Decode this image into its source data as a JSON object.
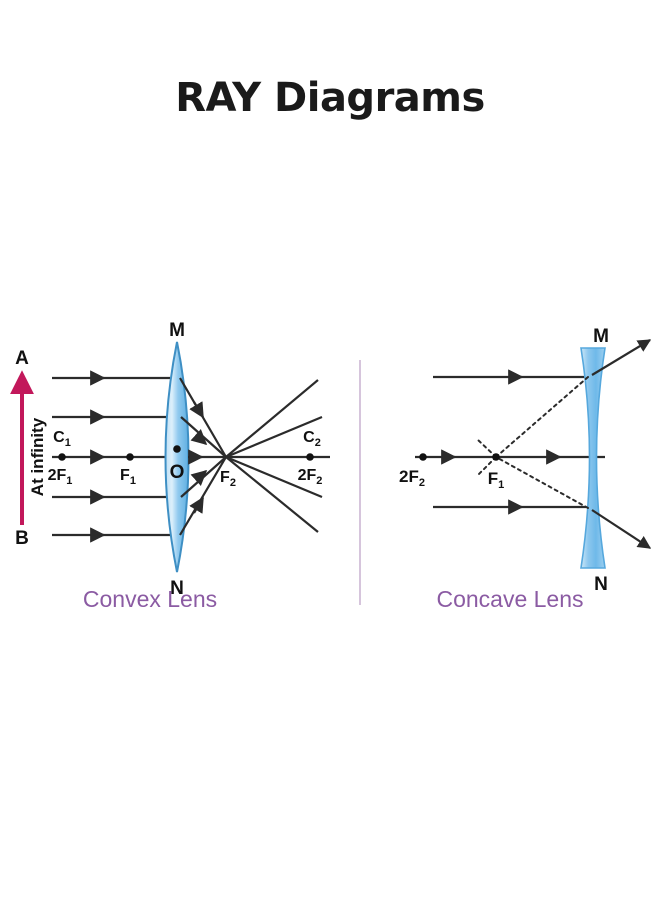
{
  "page": {
    "title": "RAY Diagrams",
    "background_color": "#ffffff"
  },
  "colors": {
    "title_text": "#1a1a1a",
    "caption_text": "#8B5BA3",
    "ray_line": "#2b2b2b",
    "object_arrow": "#C2185B",
    "lens_fill_light": "#CDE7F7",
    "lens_fill_mid": "#7EC2EC",
    "lens_stroke": "#3E8FC4",
    "divider": "#D6C5DC",
    "label_text": "#111111"
  },
  "divider": {
    "name": "vertical-divider",
    "color": "#D6C5DC"
  },
  "convex": {
    "caption": "Convex Lens",
    "object": {
      "top_label": "A",
      "bottom_label": "B",
      "side_label": "At infinity",
      "arrow_color": "#C2185B",
      "direction": "up"
    },
    "lens": {
      "type": "biconvex",
      "top_label": "M",
      "bottom_label": "N",
      "center_label": "O"
    },
    "points": [
      {
        "id": "2F1",
        "label_above": "C",
        "label_above_sub": "1",
        "label_below": "2F",
        "label_below_sub": "1",
        "has_dot": true
      },
      {
        "id": "F1",
        "label_below": "F",
        "label_below_sub": "1",
        "has_dot": true
      },
      {
        "id": "F2",
        "label_below": "F",
        "label_below_sub": "2",
        "has_dot": false
      },
      {
        "id": "2F2",
        "label_above": "C",
        "label_above_sub": "2",
        "label_below": "2F",
        "label_below_sub": "2",
        "has_dot": true
      }
    ],
    "incident_rays": 5,
    "ray_style": "parallel-solid-with-arrowheads",
    "behavior": "parallel rays converge at F2 then diverge"
  },
  "concave": {
    "caption": "Concave Lens",
    "lens": {
      "type": "biconcave",
      "top_label": "M",
      "bottom_label": "N"
    },
    "points": [
      {
        "id": "2F2",
        "label": "2F",
        "label_sub": "2",
        "has_dot": true
      },
      {
        "id": "F1",
        "label": "F",
        "label_sub": "1",
        "has_dot": true
      }
    ],
    "incident_rays": 3,
    "ray_style": "parallel-solid-with-arrowheads",
    "virtual_ray_style": "dotted",
    "behavior": "parallel rays diverge; extensions trace back to F1"
  }
}
